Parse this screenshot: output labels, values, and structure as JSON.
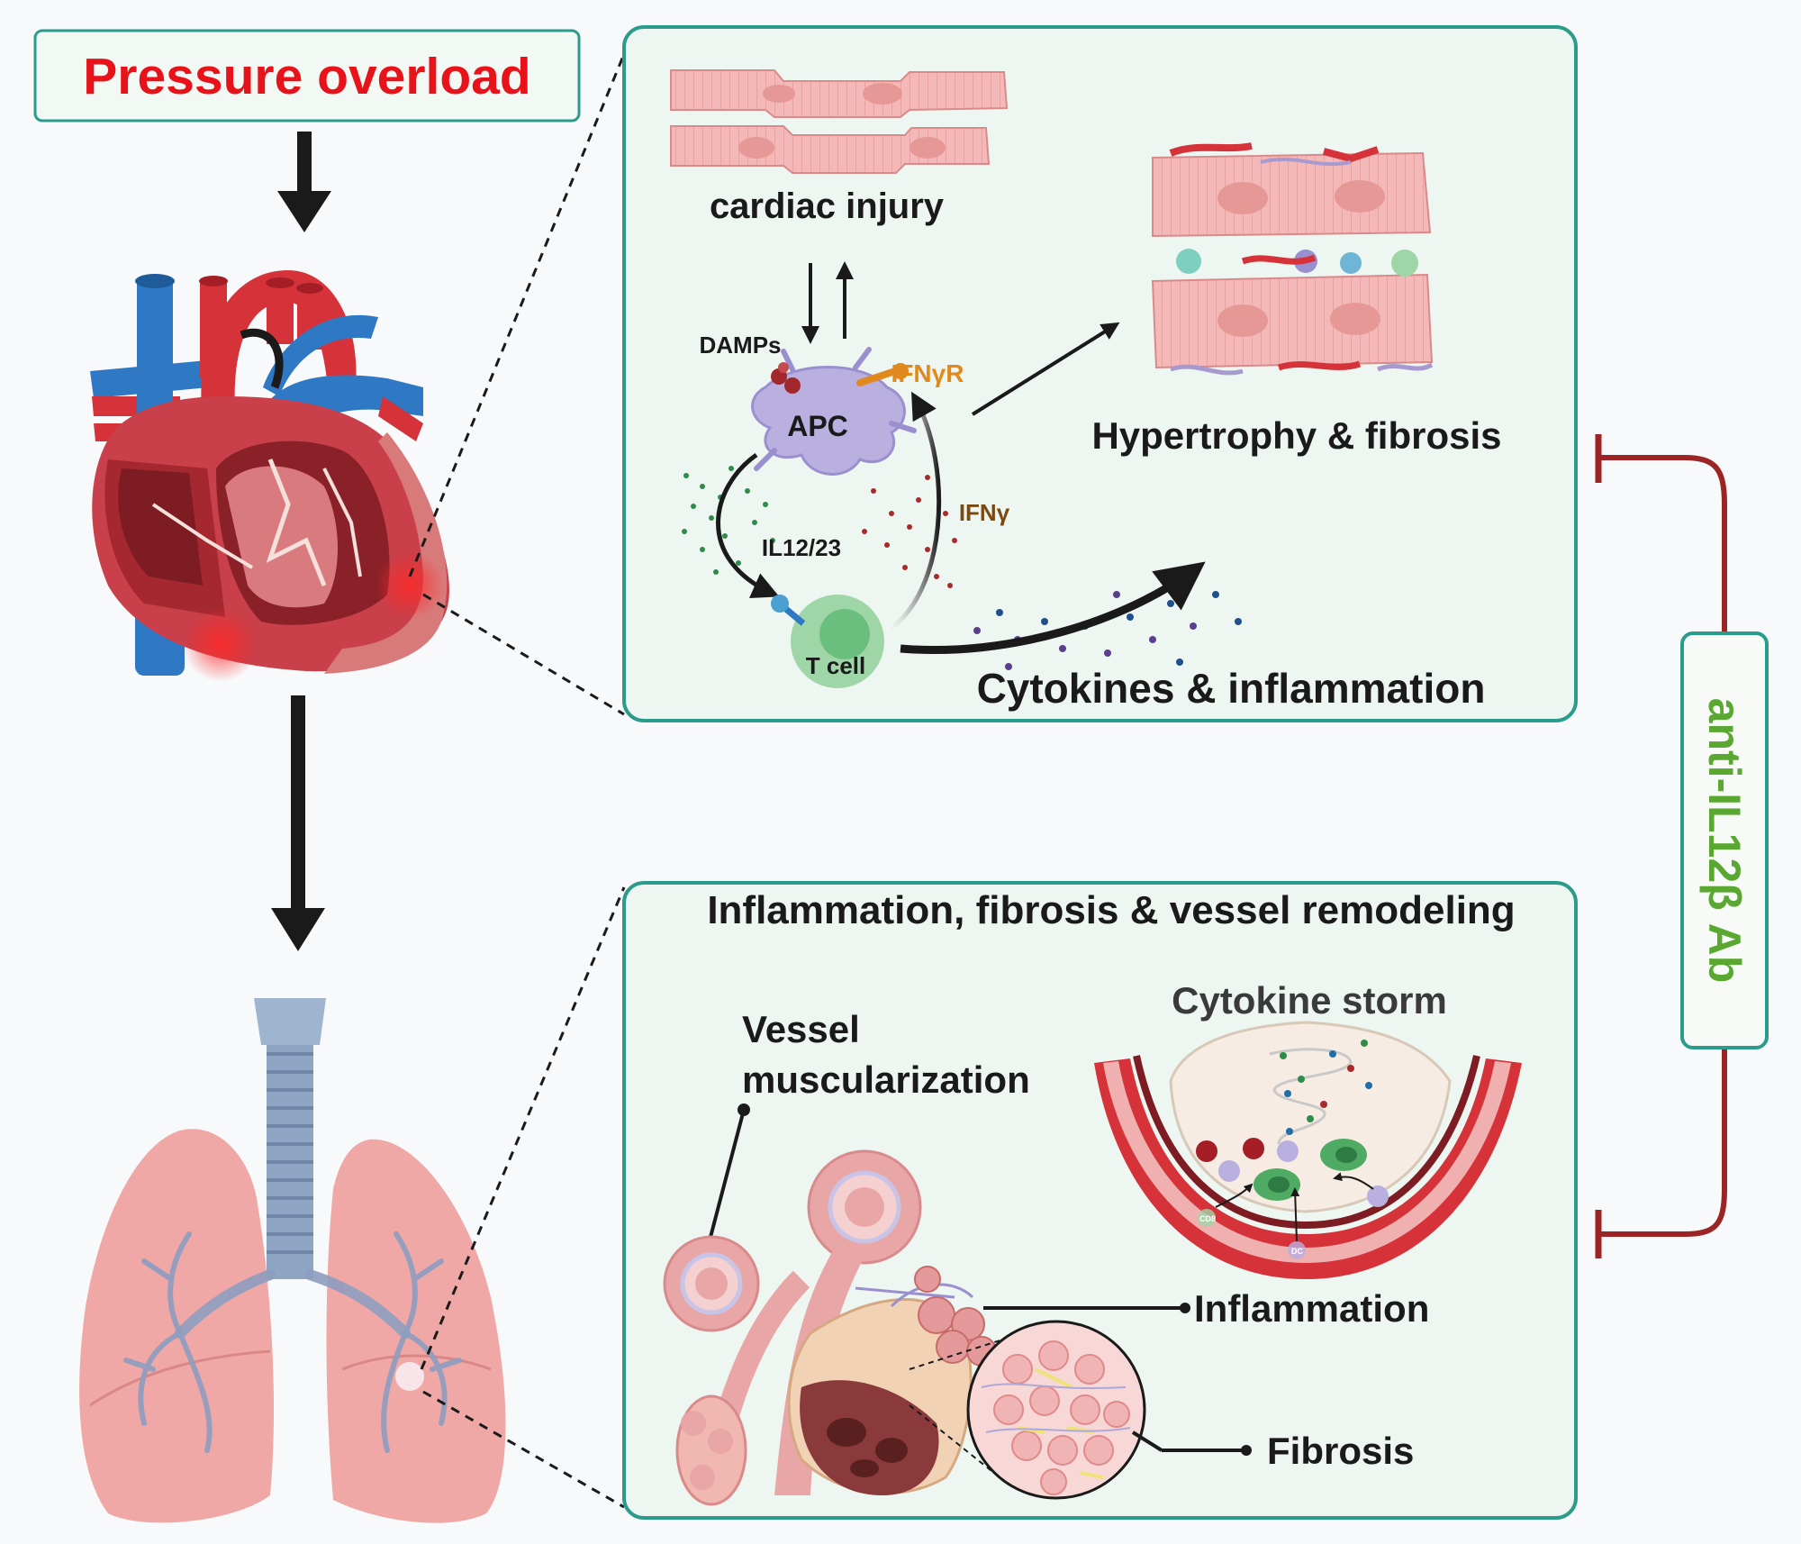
{
  "colors": {
    "panel_border": "#2b9c8c",
    "panel_fill": "#eef6f1",
    "title_red": "#e8131a",
    "ab_green": "#5aa832",
    "inhibit_red": "#9c2424",
    "ifng_r_orange": "#e08a1e",
    "ifng_brown": "#7a4a12",
    "text_dark": "#1a1a1a"
  },
  "title": {
    "text": "Pressure overload"
  },
  "heart_panel": {
    "cardiac_injury": "cardiac injury",
    "damps": "DAMPs",
    "ifngr": "IFNγR",
    "apc": "APC",
    "ifng": "IFNγ",
    "il12_23": "IL12/23",
    "t_cell": "T cell",
    "hypertrophy": "Hypertrophy & fibrosis",
    "cytokines": "Cytokines & inflammation"
  },
  "lung_panel": {
    "title": "Inflammation, fibrosis & vessel remodeling",
    "vessel_line1": "Vessel",
    "vessel_line2": "muscularization",
    "cytokine_storm": "Cytokine storm",
    "inflammation": "Inflammation",
    "fibrosis": "Fibrosis",
    "cd8": "CD8",
    "dc": "DC"
  },
  "antibody": {
    "label": "anti-IL12β Ab"
  },
  "icons": [
    "heart-illustration",
    "lungs-illustration",
    "cardiomyocyte-icon",
    "apc-cell-icon",
    "t-cell-icon",
    "vessel-cross-section-icon",
    "alveoli-icon",
    "magnifier-circle-icon"
  ]
}
